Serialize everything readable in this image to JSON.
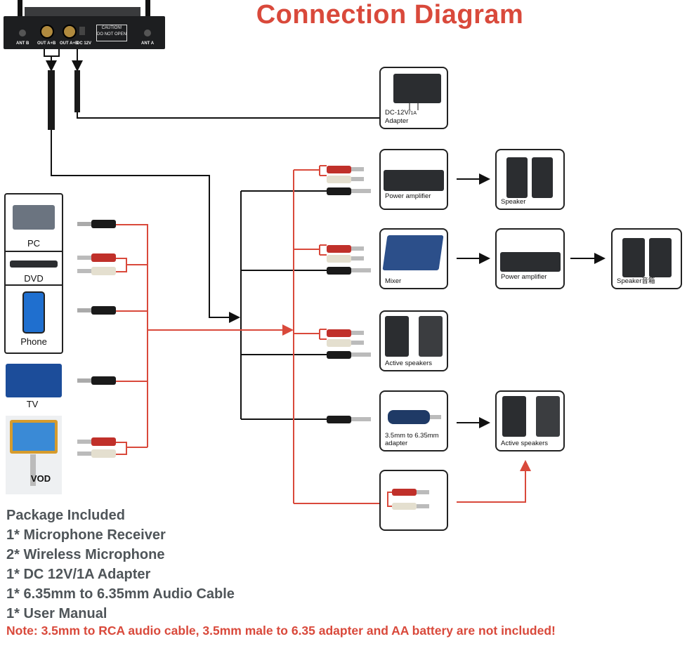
{
  "title": "Connection Diagram",
  "receiver": {
    "caption": "CAUTION!",
    "caption_sub": "DO NOT OPEN",
    "ports": [
      "ANT B",
      "OUT A+B",
      "OUT A+B",
      "DC 12V",
      "ANT A"
    ]
  },
  "adapter": {
    "line1": "DC-12V/",
    "line1_small": "1A",
    "line2": "Adapter"
  },
  "sources": [
    "PC",
    "DVD",
    "Phone",
    "TV",
    "VOD"
  ],
  "devices": {
    "power_amplifier_1": "Power amplifier",
    "speaker_1": "Speaker",
    "mixer": "Mixer",
    "power_amplifier_2": "Power amplifier",
    "speaker_2": "Speaker音箱",
    "active_speakers_1": "Active speakers",
    "adapter_635": "3.5mm to 6.35mm adapter",
    "active_speakers_2": "Active speakers"
  },
  "package": {
    "heading": "Package Included",
    "items": [
      "1* Microphone Receiver",
      "2* Wireless Microphone",
      "1* DC 12V/1A Adapter",
      "1* 6.35mm to 6.35mm Audio Cable",
      "1* User Manual"
    ],
    "note": "Note: 3.5mm to RCA audio cable, 3.5mm male to 6.35 adapter and AA battery are not included!"
  },
  "colors": {
    "accent": "#d9493b",
    "line_black": "#111111",
    "line_red": "#d9493b",
    "text_gray": "#4f5559"
  }
}
